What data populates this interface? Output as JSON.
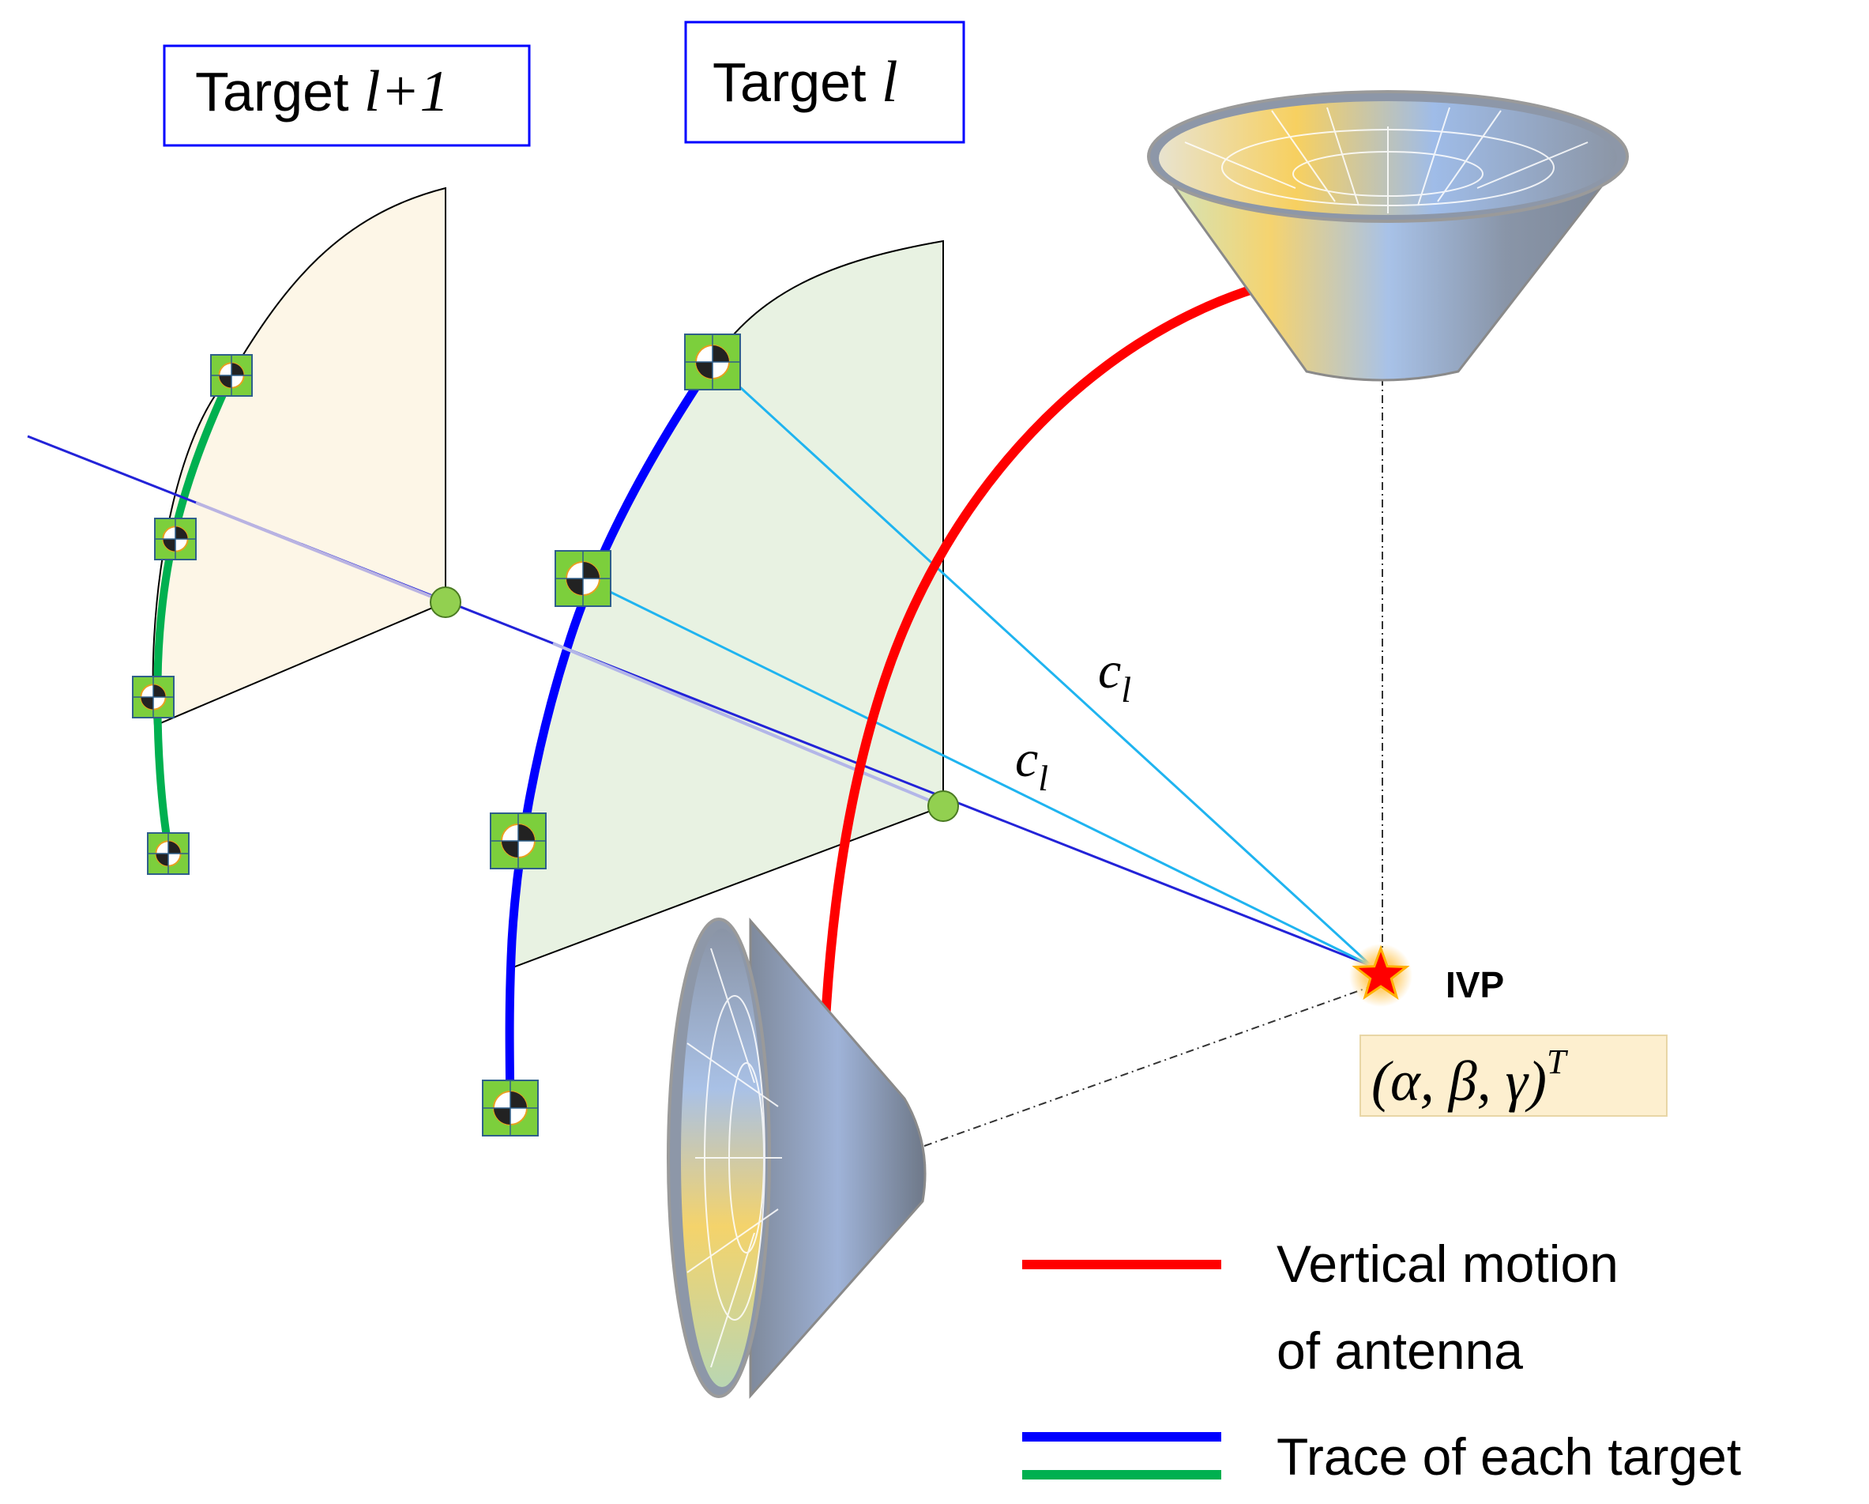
{
  "targets": {
    "far_label_text": "Target ",
    "far_label_var": "l+1",
    "near_label_text": "Target ",
    "near_label_var": "l"
  },
  "range_labels": [
    "c",
    "c"
  ],
  "range_subscript": "l",
  "ivp": {
    "label": "IVP",
    "coords": "(α, β, γ)",
    "coords_superscript": "T"
  },
  "legend": {
    "items": [
      {
        "line1": "Vertical motion",
        "line2": "of antenna",
        "colors": [
          "#ff0000"
        ]
      },
      {
        "line1": "Trace of each target",
        "line2": "",
        "colors": [
          "#0000ff",
          "#00b050"
        ]
      }
    ]
  },
  "colors": {
    "antenna_motion": "#ff0000",
    "trace_near": "#0000ff",
    "trace_far": "#00b050",
    "sight_lines": "#1fb4f0",
    "baseline": "#2323d8",
    "label_border": "#0000ff",
    "ivp_star": "#ff0000",
    "ivp_box": "#fdefcf"
  },
  "icons": [
    "target-marker-icon",
    "ivp-star-icon",
    "horn-antenna-icon"
  ]
}
